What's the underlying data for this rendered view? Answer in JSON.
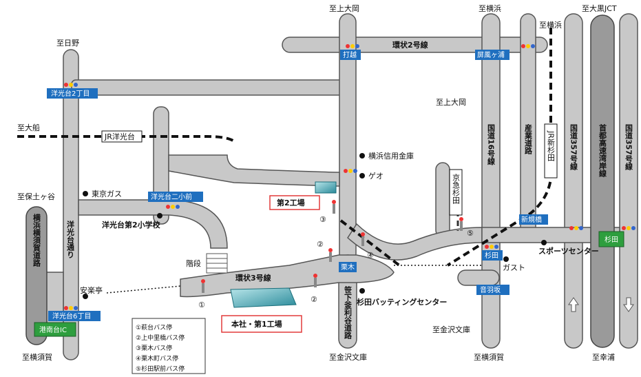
{
  "directions": {
    "top_kamiooka": "至上大岡",
    "top_yokohama": "至横浜",
    "top_yokohama_jr": "至横浜",
    "top_ookuro": "至大黒JCT",
    "hino": "至日野",
    "ofuna": "至大船",
    "hodogaya": "至保土ヶ谷",
    "mid_kamiooka": "至上大岡",
    "bottom_yokosuka_left": "至横須賀",
    "bottom_kanazawa_1": "至金沢文庫",
    "bottom_kanazawa_2": "至金沢文庫",
    "bottom_yokosuka_right": "至横須賀",
    "bottom_sachiura": "至幸浦"
  },
  "roads": {
    "kanjo2": "環状2号線",
    "kanjo3": "環状3号線",
    "youkoudai_dori": "洋光台通り",
    "hodogaya_bypass": "横浜横須賀道路",
    "route16": "国道16号線",
    "sangyo": "産業道路",
    "route357_left": "国道357号線",
    "route357_right": "国道357号線",
    "shuto_wangan": "首都高速湾岸線",
    "sasage_road": "笹下釜利谷道路"
  },
  "intersections": {
    "yokodai2": "洋光台2丁目",
    "uchikoshi": "打越",
    "byobugaura": "屏風ヶ浦",
    "yokodai_nisho": "洋光台二小前",
    "shinmitsuhashi": "新規橋",
    "kurinoki": "栗木",
    "sugita": "杉田",
    "otowazaka": "音羽坂",
    "yokodai6": "洋光台6丁目"
  },
  "rail": {
    "jr_yokodai": "JR洋光台",
    "jr_shinsugita": "JR新杉田",
    "keikyu_sugita": "京急杉田"
  },
  "landmarks": {
    "shinkin": "横浜信用金庫",
    "geo": "ゲオ",
    "tokyo_gas": "東京ガス",
    "elementary": "洋光台第2小学校",
    "sports_center": "スポーツセンター",
    "gusto": "ガスト",
    "batting": "杉田バッティングセンター",
    "rakuantei": "安楽亭",
    "steps": "階段"
  },
  "ic": {
    "konandai": "港南台IC",
    "sugita_ic": "杉田"
  },
  "buildings": {
    "factory2": "第2工場",
    "hq": "本社・第1工場"
  },
  "bus_stop_numbers": [
    "①",
    "②",
    "②",
    "③",
    "④",
    "⑤"
  ],
  "legend": [
    "①萩台バス停",
    "②上中里橋バス停",
    "③栗木バス停",
    "④栗木町バス停",
    "⑤杉田駅前バス停"
  ],
  "colors": {
    "road_fill": "#c8c8c8",
    "road_edge": "#555555",
    "highway_fill": "#9a9a9a",
    "sign_blue": "#1f6fbf",
    "ic_green": "#2e9e3e",
    "building_frame": "#e23a3a"
  }
}
